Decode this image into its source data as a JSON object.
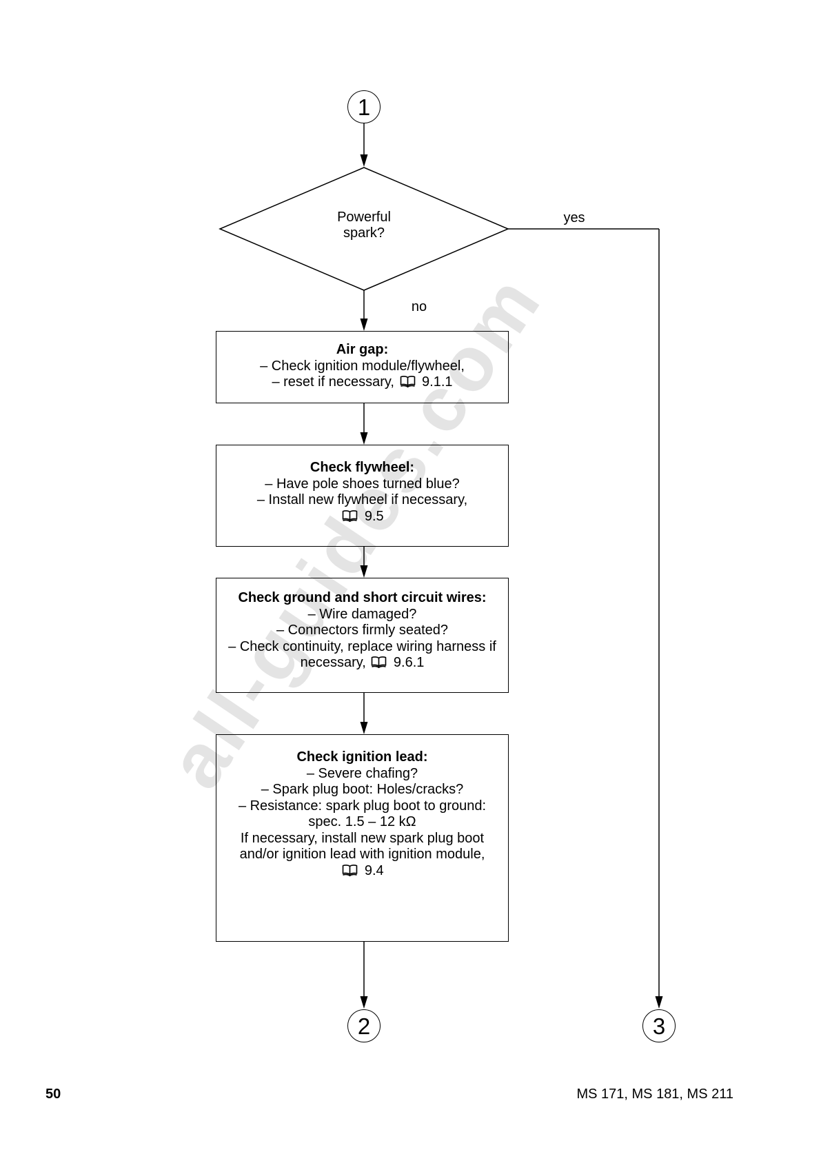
{
  "page": {
    "number": "50",
    "models": "MS 171, MS 181, MS 211"
  },
  "watermark": {
    "text": "all-guides.com",
    "color": "#e4e4e4"
  },
  "flow": {
    "start_connector": {
      "label": "1"
    },
    "decision": {
      "line1": "Powerful",
      "line2": "spark?",
      "yes_label": "yes",
      "no_label": "no"
    },
    "boxes": [
      {
        "title": "Air gap:",
        "lines": [
          "– Check ignition module/flywheel,",
          "– reset if necessary, [book] 9.1.1"
        ]
      },
      {
        "title": "Check flywheel:",
        "lines": [
          "– Have pole shoes turned blue?",
          "– Install new flywheel if necessary,",
          "[book] 9.5"
        ]
      },
      {
        "title": "Check ground and short circuit wires:",
        "lines": [
          "– Wire damaged?",
          "– Connectors firmly seated?",
          "– Check continuity, replace wiring harness if",
          "necessary, [book] 9.6.1"
        ]
      },
      {
        "title": "Check ignition lead:",
        "lines": [
          "– Severe chafing?",
          "– Spark plug boot: Holes/cracks?",
          "– Resistance: spark plug boot to ground:",
          "spec. 1.5 – 12 kΩ",
          "If necessary, install new spark plug boot",
          "and/or ignition lead with ignition module,",
          "[book] 9.4"
        ]
      }
    ],
    "end_connector_left": {
      "label": "2"
    },
    "end_connector_right": {
      "label": "3"
    }
  },
  "icons": {
    "reference": "book-icon"
  }
}
